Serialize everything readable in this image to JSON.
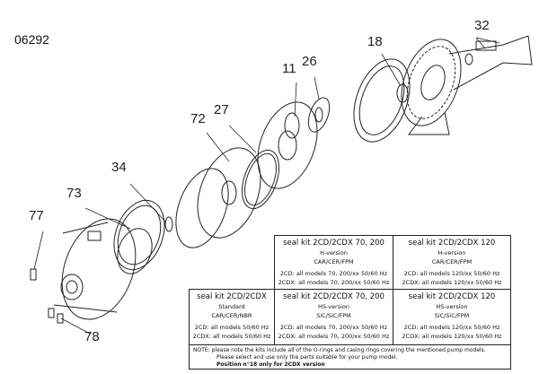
{
  "drawing_code": "06292",
  "callouts": [
    "32",
    "18",
    "26",
    "11",
    "27",
    "72",
    "34",
    "73",
    "77",
    "78"
  ],
  "table": {
    "top": [
      {
        "title": "seal kit 2CD/2CDX 70, 200",
        "version": "H-version",
        "material": "CAR/CER/FPM",
        "line1": "2CD: all models 70, 200/xx 50/60 Hz",
        "line2": "2CDX: all models 70, 200/xx 50/60 Hz"
      },
      {
        "title": "seal kit 2CD/2CDX 120",
        "version": "H-version",
        "material": "CAR/CER/FPM",
        "line1": "2CD: all models 120/xx 50/60 Hz",
        "line2": "2CDX: all models 120/xx 50/60 Hz"
      }
    ],
    "bottom": [
      {
        "title": "seal kit 2CD/2CDX",
        "version": "Standard",
        "material": "CAR/CER/NBR",
        "line1": "2CD: all models 50/60 Hz",
        "line2": "2CDX: all models 50/60 Hz"
      },
      {
        "title": "seal kit 2CD/2CDX 70, 200",
        "version": "HS-version",
        "material": "SiC/SiC/FPM",
        "line1": "2CD: all models 70, 200/xx 50/60 Hz",
        "line2": "2CDX: all models 70, 200/xx 50/60 Hz"
      },
      {
        "title": "seal kit 2CD/2CDX 120",
        "version": "HS-version",
        "material": "SiC/SiC/FPM",
        "line1": "2CD: all models 120/xx 50/60 Hz",
        "line2": "2CDX: all models 120/xx 50/60 Hz"
      }
    ],
    "note": {
      "line1": "NOTE: please note the kits include all of the O-rings and casing rings covering the mentioned pump models.",
      "line2": "Please select and use only the parts suitable for your pump model.",
      "line3": "Position n°18 only for 2CDX version"
    }
  }
}
